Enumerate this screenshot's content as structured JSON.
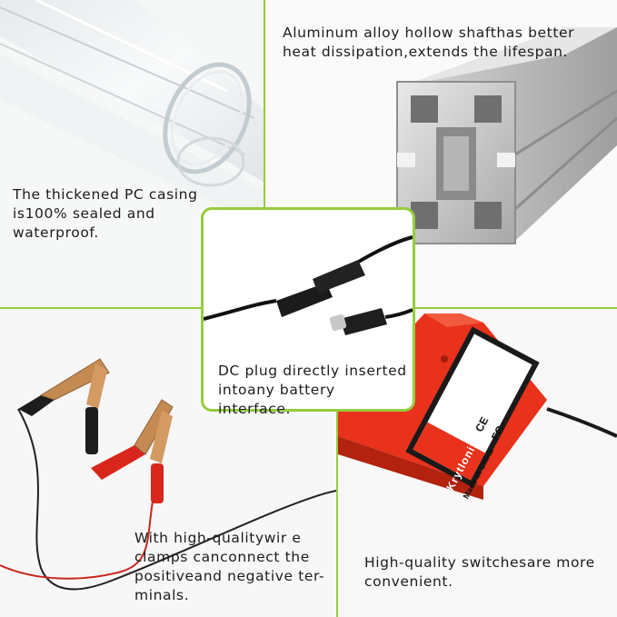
{
  "captions": {
    "aluminum": "Aluminum alloy hollow shafthas better heat dissipation,extends the lifespan.",
    "pc_casing": "The thickened PC casing is100% sealed and waterproof.",
    "dc_plug": "DC plug directly inserted intoany battery interface.",
    "clamps": "With high-qualitywir e clamps canconnect the positiveand negative ter- minals.",
    "switches": "High-quality switchesare more convenient."
  },
  "device_label": {
    "brand": "Krytlonix",
    "origin": "Made in China",
    "marks": [
      "CE",
      "FC"
    ]
  },
  "colors": {
    "divider": "#96cc3c",
    "device_red": "#e8321b",
    "clamp_red": "#d9261c",
    "copper": "#c48a52"
  }
}
